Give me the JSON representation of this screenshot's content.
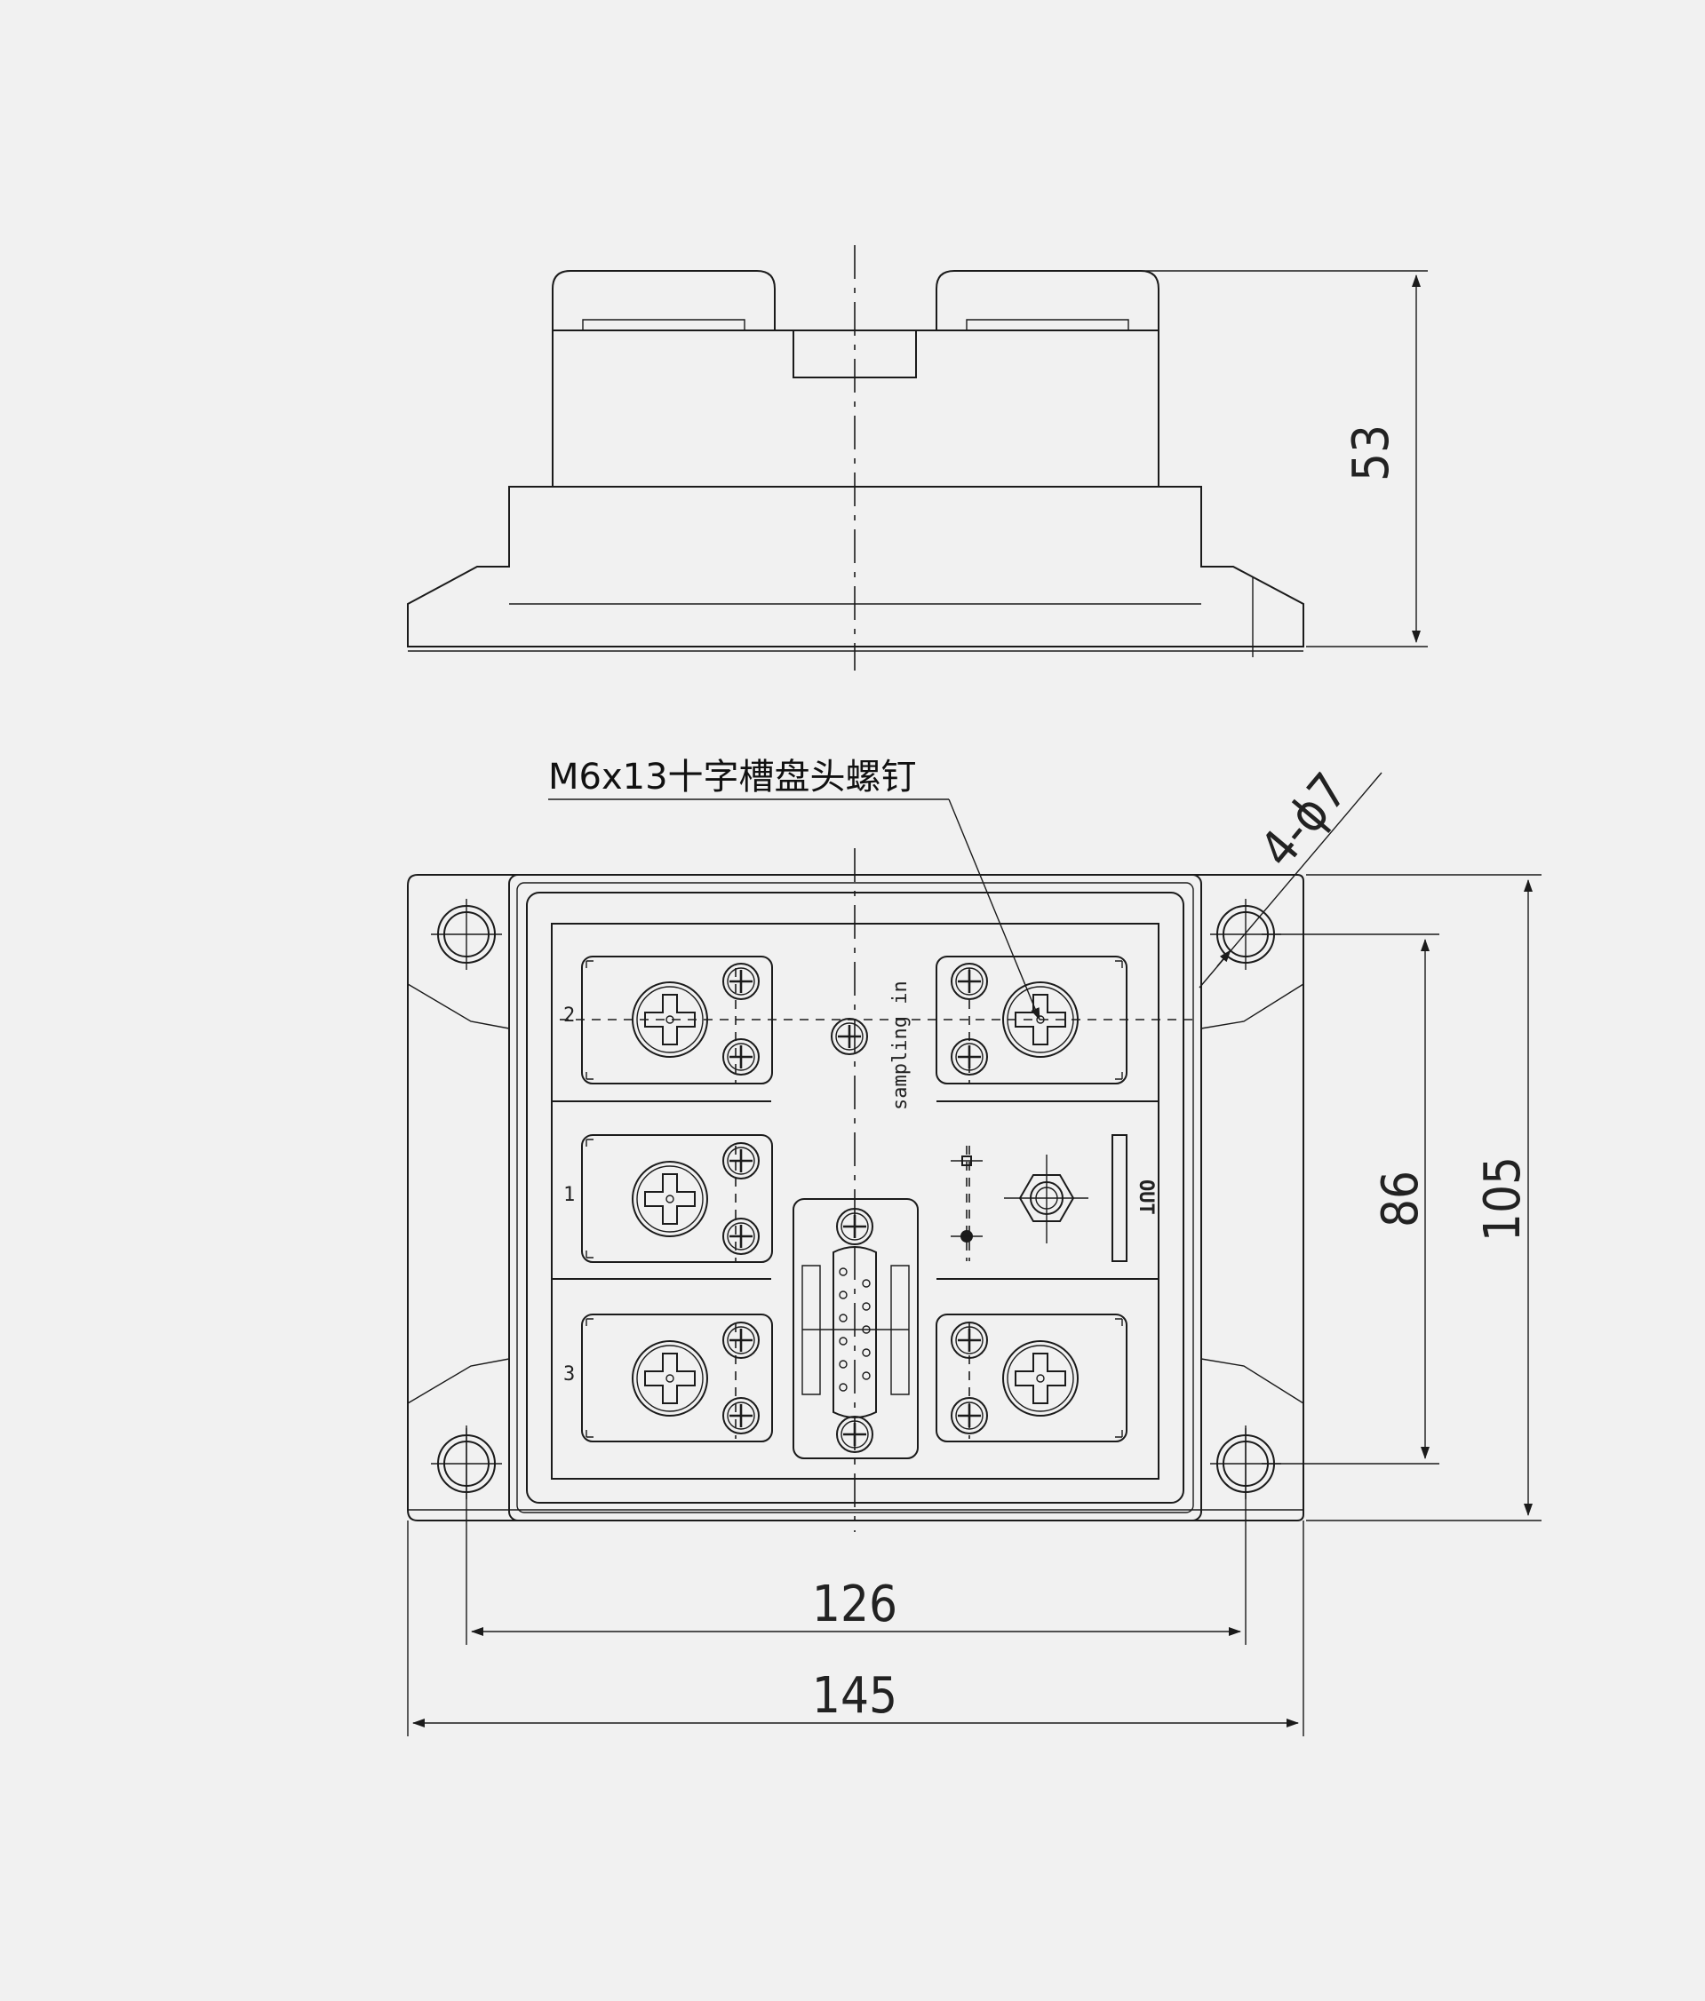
{
  "callout": {
    "screw_label": "M6x13十字槽盘头螺钉"
  },
  "dimensions": {
    "height_side": "53",
    "height_inner": "86",
    "height_outer": "105",
    "width_inner": "126",
    "width_outer": "145",
    "hole_spec": "4-ϕ7"
  },
  "labels": {
    "sampling": "sampling in",
    "out": "OUT",
    "terminal_1": "1",
    "terminal_2": "2",
    "terminal_3": "3"
  },
  "colors": {
    "background": "#f1f1f1",
    "line": "#1b1b1b"
  }
}
